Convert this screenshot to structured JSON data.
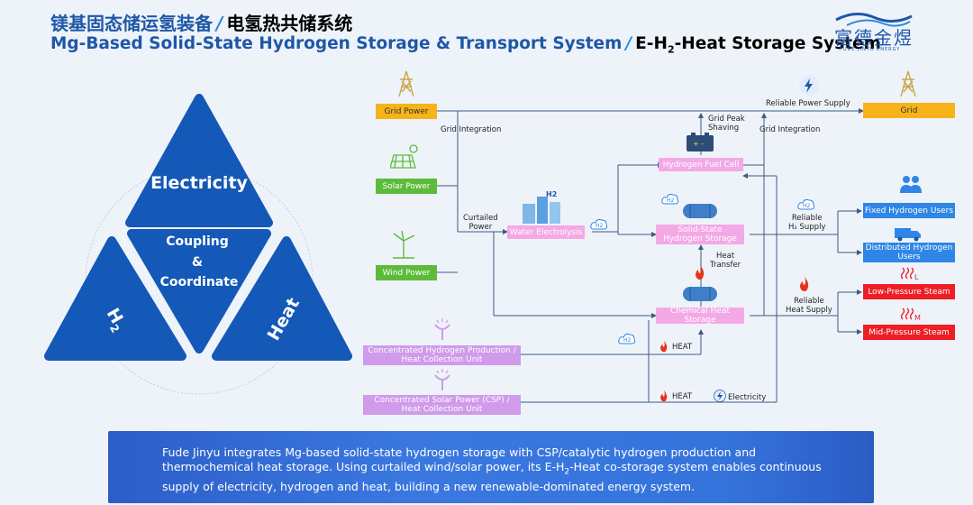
{
  "title": {
    "cn_main": "镁基固态储运氢装备",
    "cn_sub": "电氢热共储系统",
    "en_main": "Mg-Based Solid-State Hydrogen Storage & Transport System",
    "en_sub_prefix": "E-H",
    "en_sub_sub": "2",
    "en_sub_suffix": "-Heat Storage System"
  },
  "logo": {
    "cn": "富德金煜",
    "en": "FUDE JINYU ENERGY"
  },
  "triangle": {
    "top": "Electricity",
    "center_line1": "Coupling",
    "center_line2": "&",
    "center_line3": "Coordinate",
    "left": "H",
    "left_sub": "2",
    "right": "Heat"
  },
  "diagram": {
    "grid_power": "Grid Power",
    "solar_power": "Solar Power",
    "wind_power": "Wind Power",
    "grid": "Grid",
    "water_electrolysis": "Water Electrolysis",
    "fuel_cell": "Hydrogen Fuel Cell",
    "solid_storage": "Solid-State Hydrogen Storage",
    "chem_heat": "Chemical Heat Storage",
    "conc_h2": "Concentrated Hydrogen Production / Heat Collection Unit",
    "csp": "Concentrated Solar Power (CSP) / Heat Collection Unit",
    "fixed_users": "Fixed Hydrogen Users",
    "dist_users": "Distributed Hydrogen Users",
    "low_steam": "Low-Pressure Steam",
    "mid_steam": "Mid-Pressure Steam",
    "reliable_power": "Reliable Power Supply",
    "grid_integration_1": "Grid Integration",
    "grid_integration_2": "Grid Integration",
    "grid_peak_1": "Grid Peak",
    "grid_peak_2": "Shaving",
    "curtailed_1": "Curtailed",
    "curtailed_2": "Power",
    "reliable_h2_1": "Reliable",
    "reliable_h2_2": "H₂ Supply",
    "heat_transfer_1": "Heat",
    "heat_transfer_2": "Transfer",
    "reliable_heat_1": "Reliable",
    "reliable_heat_2": "Heat Supply",
    "heat_1": "HEAT",
    "heat_2": "HEAT",
    "electricity": "Electricity",
    "steam_l": "L",
    "steam_m": "M"
  },
  "banner": {
    "line1": "Fude Jinyu integrates Mg-based solid-state hydrogen storage with CSP/catalytic hydrogen production and",
    "line2_a": "thermochemical heat storage. Using curtailed wind/solar power, its E-H",
    "line2_sub": "2",
    "line2_b": "-Heat co-storage system enables continuous",
    "line3": "supply of electricity, hydrogen and heat, building a new renewable-dominated energy system."
  },
  "colors": {
    "title_blue": "#1f57a6",
    "triangle_blue": "#1458b8",
    "grid_orange": "#f6b31a",
    "renewable_green": "#5dbb3a",
    "storage_pink": "#f4a9e6",
    "user_blue": "#2f86e6",
    "steam_red": "#ee1e26"
  }
}
